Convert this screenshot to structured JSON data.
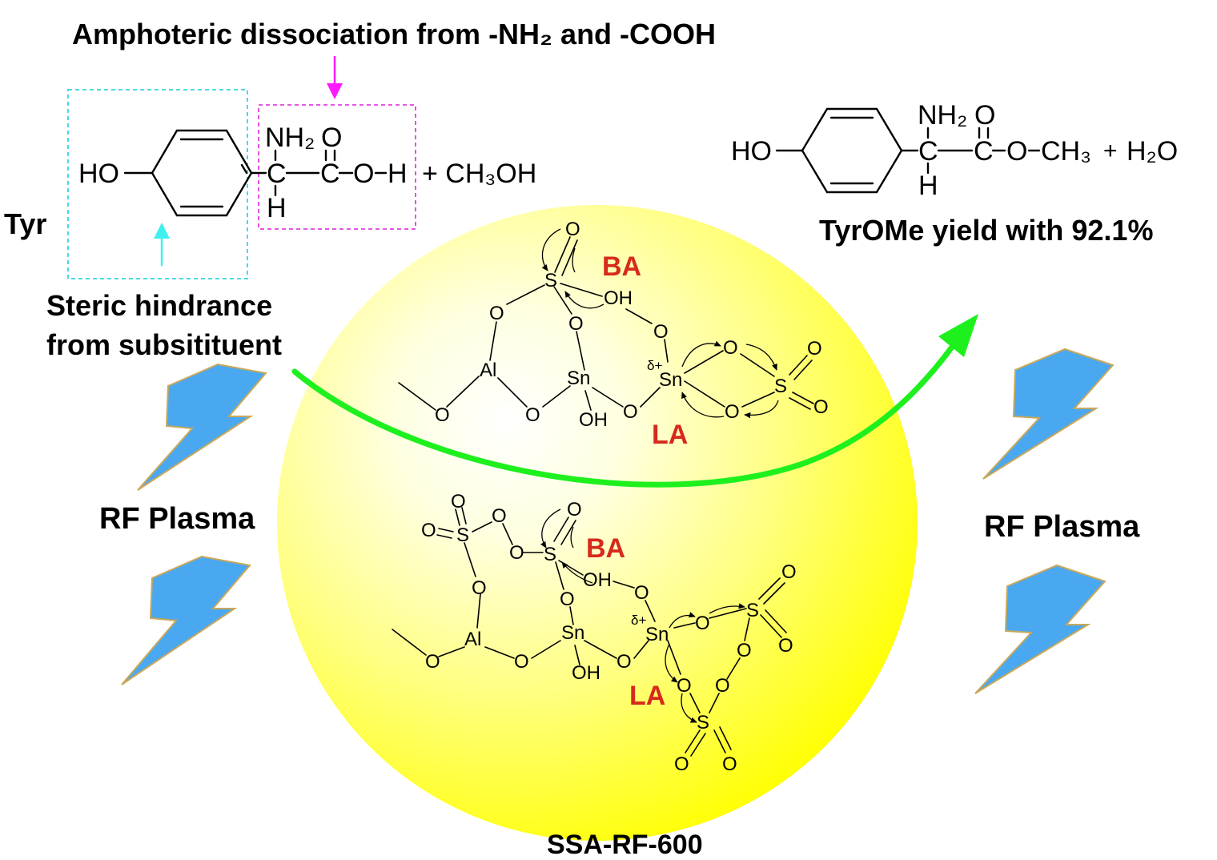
{
  "labels": {
    "title": "Amphoteric dissociation from -NH₂ and -COOH",
    "tyr": "Tyr",
    "steric_line1": "Steric hindrance",
    "steric_line2": "from subsitituent",
    "product_yield": "TyrOMe yield with 92.1%",
    "plasma_left": "RF Plasma",
    "plasma_right": "RF Plasma",
    "catalyst": "SSA-RF-600"
  },
  "reactant": {
    "ho": "HO",
    "nh2": "NH₂",
    "o_double": "O",
    "c_alpha": "C",
    "c_carb": "C",
    "o_h": "O",
    "h_acid": "H",
    "h_alpha": "H",
    "plus_methanol": "+ CH₃OH"
  },
  "product": {
    "ho": "HO",
    "nh2": "NH₂",
    "o_double": "O",
    "c_alpha": "C",
    "c_carb": "C",
    "o_ester": "O",
    "ch3": "CH₃",
    "h_alpha": "H",
    "plus": "+",
    "water": "H₂O"
  },
  "site_upper": {
    "ba": "BA",
    "la": "LA",
    "o_top": "O",
    "s": "S",
    "oh": "OH",
    "o_left": "O",
    "o_mid": "O",
    "o_bridge": "O",
    "al": "Al",
    "sn1": "Sn",
    "oh_sn": "OH",
    "o_al_bottom": "O",
    "o_al_sn": "O",
    "o_sn_sn": "O",
    "delta": "δ+",
    "sn2": "Sn",
    "o_ring_top": "O",
    "o_ring_bottom": "O",
    "s_ring": "S",
    "o_s_top": "O",
    "o_s_right": "O"
  },
  "site_lower": {
    "ba": "BA",
    "la": "LA",
    "o_a_top": "O",
    "o_a_left": "O",
    "s_a": "S",
    "o_a_right": "O",
    "o_a_bottom": "O",
    "o_b_top": "O",
    "o_b_left": "O",
    "s_b": "S",
    "oh": "OH",
    "o_b_bottom": "O",
    "o_bridge": "O",
    "al": "Al",
    "sn1": "Sn",
    "oh_sn": "OH",
    "o_al_bottom": "O",
    "o_al_sn": "O",
    "o_sn_sn": "O",
    "delta": "δ+",
    "sn2": "Sn",
    "o_c_left": "O",
    "s_c": "S",
    "o_c_top": "O",
    "o_c_right": "O",
    "o_c_bottom": "O",
    "o_d_left": "O",
    "o_d_right": "O",
    "s_d": "S",
    "o_d_bl": "O",
    "o_d_br": "O"
  },
  "colors": {
    "sphere_center": "#ffffff",
    "sphere_edge": "#ffff00",
    "arrow_green": "#1ef01e",
    "dash_cyan": "#33d6e0",
    "dash_magenta": "#e040e0",
    "arrow_cyan": "#3ff0f0",
    "arrow_magenta": "#ff19ff",
    "bolt_fill": "#4aa8f0",
    "bolt_stroke": "#c9a85a",
    "acid_label": "#d62a1c"
  }
}
